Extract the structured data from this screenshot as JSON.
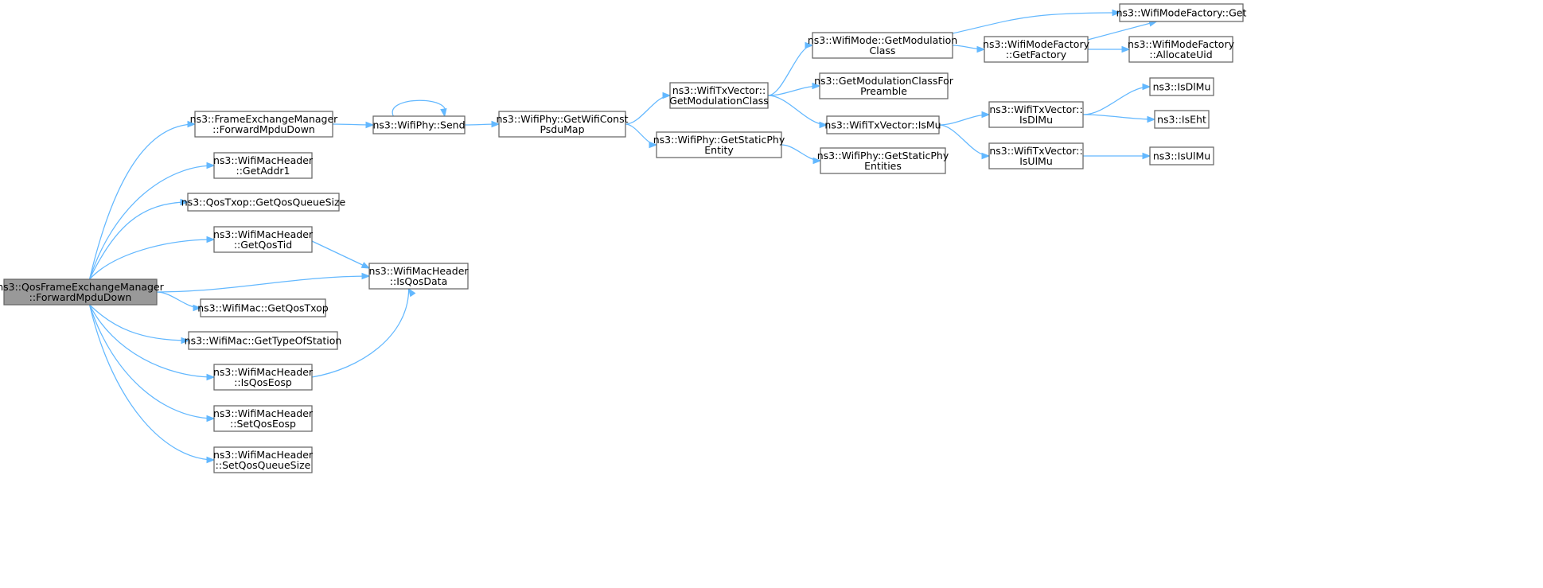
{
  "graph": {
    "edge_color": "#63b8ff",
    "node_border_color": "#666666",
    "root_fill": "#999999",
    "nodes": [
      {
        "id": "root",
        "lines": [
          "ns3::QosFrameExchangeManager",
          "::ForwardMpduDown"
        ],
        "root": true
      },
      {
        "id": "fem_fwd",
        "lines": [
          "ns3::FrameExchangeManager",
          "::ForwardMpduDown"
        ]
      },
      {
        "id": "getaddr1",
        "lines": [
          "ns3::WifiMacHeader",
          "::GetAddr1"
        ]
      },
      {
        "id": "getqosqueuesize",
        "lines": [
          "ns3::QosTxop::GetQosQueueSize"
        ]
      },
      {
        "id": "getqostid",
        "lines": [
          "ns3::WifiMacHeader",
          "::GetQosTid"
        ]
      },
      {
        "id": "isqosdata",
        "lines": [
          "ns3::WifiMacHeader",
          "::IsQosData"
        ]
      },
      {
        "id": "getqostxop",
        "lines": [
          "ns3::WifiMac::GetQosTxop"
        ]
      },
      {
        "id": "gettypeofstation",
        "lines": [
          "ns3::WifiMac::GetTypeOfStation"
        ]
      },
      {
        "id": "isqoseosp",
        "lines": [
          "ns3::WifiMacHeader",
          "::IsQosEosp"
        ]
      },
      {
        "id": "setqoseosp",
        "lines": [
          "ns3::WifiMacHeader",
          "::SetQosEosp"
        ]
      },
      {
        "id": "setqosqueuesize",
        "lines": [
          "ns3::WifiMacHeader",
          "::SetQosQueueSize"
        ]
      },
      {
        "id": "send",
        "lines": [
          "ns3::WifiPhy::Send"
        ]
      },
      {
        "id": "getwificonstpsdumap",
        "lines": [
          "ns3::WifiPhy::GetWifiConst",
          "PsduMap"
        ]
      },
      {
        "id": "getmodclass_txv",
        "lines": [
          "ns3::WifiTxVector::",
          "GetModulationClass"
        ]
      },
      {
        "id": "getstaticphyentity",
        "lines": [
          "ns3::WifiPhy::GetStaticPhy",
          "Entity"
        ]
      },
      {
        "id": "getmodclass_mode",
        "lines": [
          "ns3::WifiMode::GetModulation",
          "Class"
        ]
      },
      {
        "id": "getmodclassforpreamble",
        "lines": [
          "ns3::GetModulationClassFor",
          "Preamble"
        ]
      },
      {
        "id": "txv_ismu",
        "lines": [
          "ns3::WifiTxVector::IsMu"
        ]
      },
      {
        "id": "getstaticphyentities",
        "lines": [
          "ns3::WifiPhy::GetStaticPhy",
          "Entities"
        ]
      },
      {
        "id": "wmf_get",
        "lines": [
          "ns3::WifiModeFactory::Get"
        ]
      },
      {
        "id": "wmf_getfactory",
        "lines": [
          "ns3::WifiModeFactory",
          "::GetFactory"
        ]
      },
      {
        "id": "wmf_allocateuid",
        "lines": [
          "ns3::WifiModeFactory",
          "::AllocateUid"
        ]
      },
      {
        "id": "txv_isdlmu",
        "lines": [
          "ns3::WifiTxVector::",
          "IsDlMu"
        ]
      },
      {
        "id": "txv_isulmu",
        "lines": [
          "ns3::WifiTxVector::",
          "IsUlMu"
        ]
      },
      {
        "id": "isdlmu",
        "lines": [
          "ns3::IsDlMu"
        ]
      },
      {
        "id": "iseht",
        "lines": [
          "ns3::IsEht"
        ]
      },
      {
        "id": "isulmu",
        "lines": [
          "ns3::IsUlMu"
        ]
      }
    ],
    "edges": [
      [
        "root",
        "fem_fwd"
      ],
      [
        "root",
        "getaddr1"
      ],
      [
        "root",
        "getqosqueuesize"
      ],
      [
        "root",
        "getqostid"
      ],
      [
        "root",
        "isqosdata"
      ],
      [
        "root",
        "getqostxop"
      ],
      [
        "root",
        "gettypeofstation"
      ],
      [
        "root",
        "isqoseosp"
      ],
      [
        "root",
        "setqoseosp"
      ],
      [
        "root",
        "setqosqueuesize"
      ],
      [
        "fem_fwd",
        "send"
      ],
      [
        "send",
        "send"
      ],
      [
        "send",
        "getwificonstpsdumap"
      ],
      [
        "getwificonstpsdumap",
        "getmodclass_txv"
      ],
      [
        "getwificonstpsdumap",
        "getstaticphyentity"
      ],
      [
        "getmodclass_txv",
        "getmodclass_mode"
      ],
      [
        "getmodclass_txv",
        "getmodclassforpreamble"
      ],
      [
        "getmodclass_txv",
        "txv_ismu"
      ],
      [
        "getmodclass_mode",
        "wmf_get"
      ],
      [
        "getmodclass_mode",
        "wmf_getfactory"
      ],
      [
        "wmf_getfactory",
        "wmf_get"
      ],
      [
        "wmf_getfactory",
        "wmf_allocateuid"
      ],
      [
        "txv_ismu",
        "txv_isdlmu"
      ],
      [
        "txv_ismu",
        "txv_isulmu"
      ],
      [
        "txv_isdlmu",
        "isdlmu"
      ],
      [
        "txv_isdlmu",
        "iseht"
      ],
      [
        "txv_isulmu",
        "isulmu"
      ],
      [
        "getstaticphyentity",
        "getstaticphyentities"
      ],
      [
        "getqostid",
        "isqosdata"
      ],
      [
        "isqoseosp",
        "isqosdata"
      ]
    ]
  }
}
